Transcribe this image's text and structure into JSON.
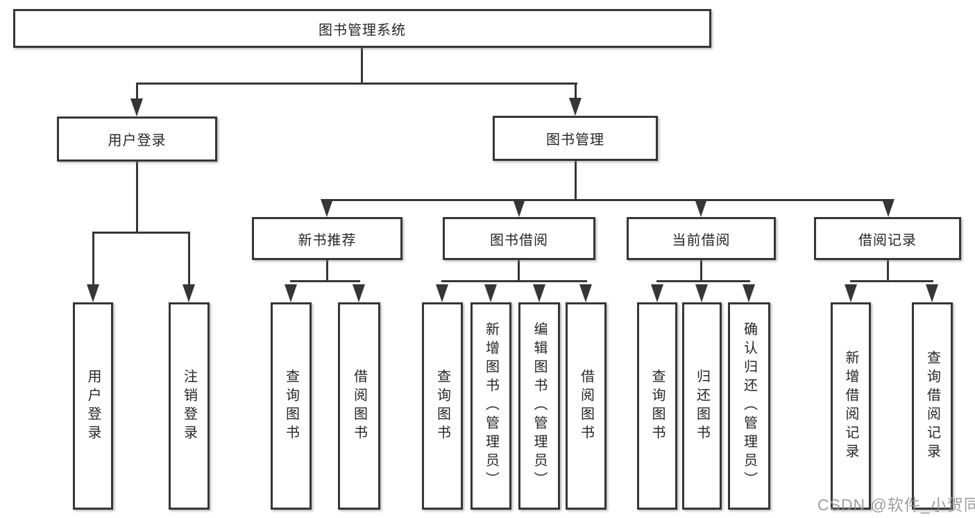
{
  "diagram_title": "图书管理系统",
  "colors": {
    "line": "#363636",
    "box_border": "#363636",
    "box_background": "#ffffff",
    "text": "#262626",
    "watermark": "#919191"
  },
  "root": {
    "label": "图书管理系统"
  },
  "level1": [
    {
      "label": "用户登录"
    },
    {
      "label": "图书管理"
    }
  ],
  "level2": [
    {
      "label": "新书推荐"
    },
    {
      "label": "图书借阅"
    },
    {
      "label": "当前借阅"
    },
    {
      "label": "借阅记录"
    }
  ],
  "leaves": {
    "user_login": [
      "用户登录",
      "注销登录"
    ],
    "new_books": [
      "查询图书",
      "借阅图书"
    ],
    "book_borrow": [
      "查询图书",
      "新增图书（管理员）",
      "编辑图书（管理员）",
      "借阅图书"
    ],
    "current_borrow": [
      "查询图书",
      "归还图书",
      "确认归还（管理员）"
    ],
    "borrow_records": [
      "新增借阅记录",
      "查询借阅记录"
    ]
  },
  "watermark": "CSDN @软件_小贺同学"
}
